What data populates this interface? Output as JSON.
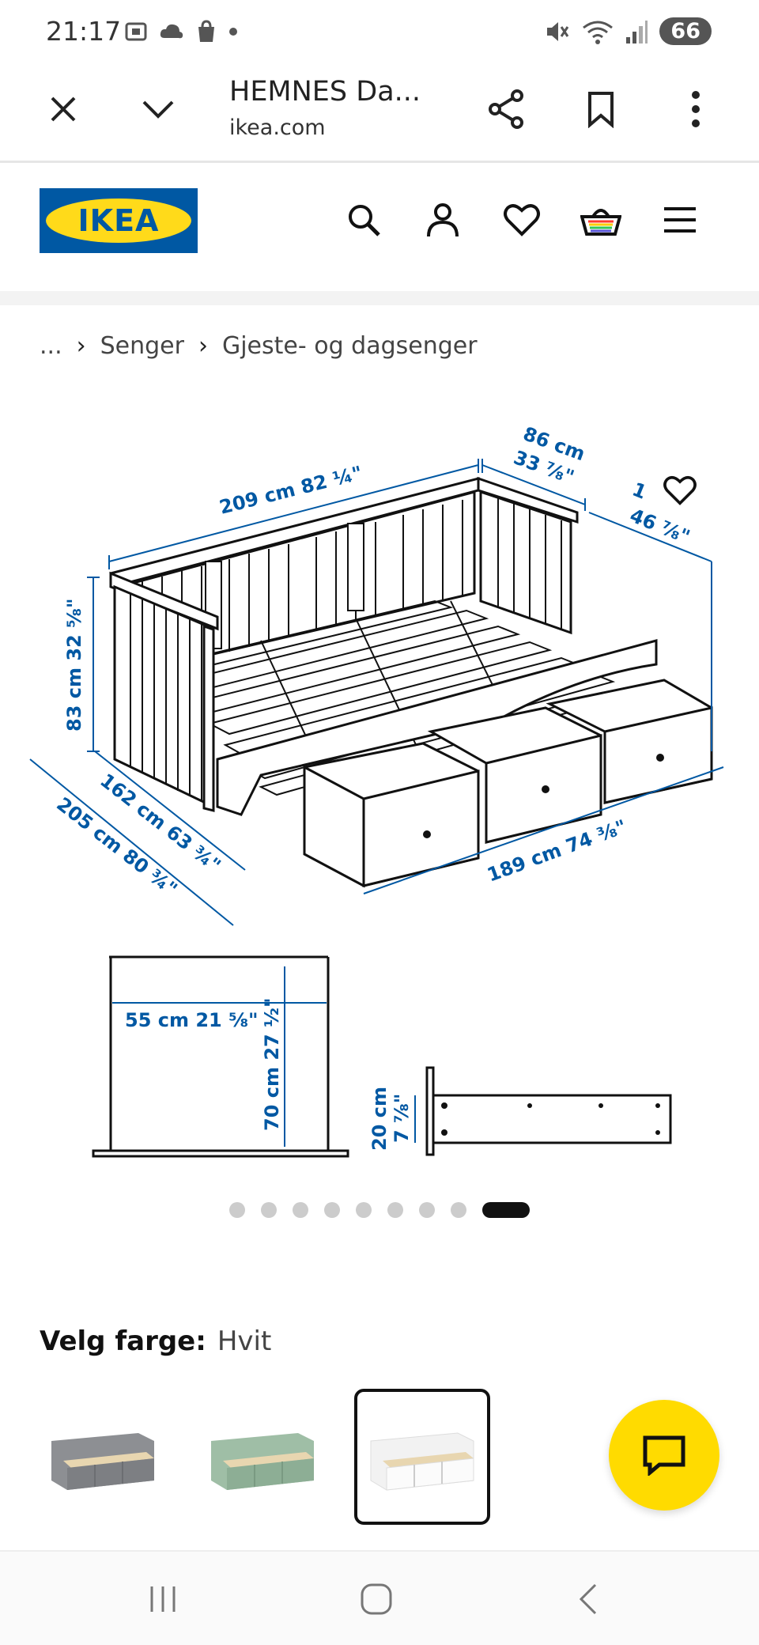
{
  "status_bar": {
    "time": "21:17",
    "battery": "66"
  },
  "browser": {
    "tab_title": "HEMNES Da...",
    "url": "ikea.com"
  },
  "ikea": {
    "logo_text": "IKEA"
  },
  "breadcrumb": {
    "ellipsis": "...",
    "items": [
      "Senger",
      "Gjeste- og dagsenger"
    ]
  },
  "product_image": {
    "dims": {
      "width_back": "209 cm 82 ¼\"",
      "depth_side": "86 cm",
      "depth_side_in": "33 ⅞\"",
      "extended_cm": "1",
      "extended_in": "46 ⅞\"",
      "height": "83 cm 32 ⅝\"",
      "inner_length": "162 cm 63 ¾\"",
      "full_length": "205 cm 80 ¾\"",
      "extended_length": "189 cm 74 ⅜\"",
      "drawer_width": "55 cm 21 ⅝\"",
      "drawer_height": "70 cm 27 ½\"",
      "drawer_depth_cm": "20 cm",
      "drawer_depth_in": "7 ⅞\""
    },
    "slide_count": 9,
    "active_slide": 9
  },
  "color_picker": {
    "label": "Velg farge:",
    "value": "Hvit",
    "swatches": [
      "grey",
      "green",
      "white"
    ],
    "selected": "white"
  },
  "colors": {
    "ikea_blue": "#0058a3",
    "ikea_yellow": "#ffda1a",
    "fab_yellow": "#ffdb00"
  }
}
